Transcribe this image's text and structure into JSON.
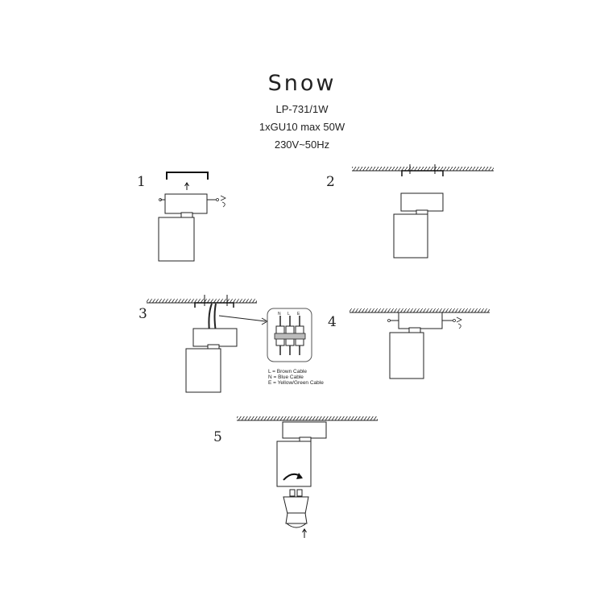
{
  "header": {
    "title": "Snow",
    "model": "LP-731/1W",
    "lamp": "1xGU10 max 50W",
    "voltage": "230V~50Hz"
  },
  "steps": [
    "1",
    "2",
    "3",
    "4",
    "5"
  ],
  "legend": {
    "l": "L = Brown Cable",
    "n": "N = Blue Cable",
    "e": "E = Yellow/Green Cable"
  },
  "terminal_labels": [
    "N",
    "L",
    "E"
  ]
}
